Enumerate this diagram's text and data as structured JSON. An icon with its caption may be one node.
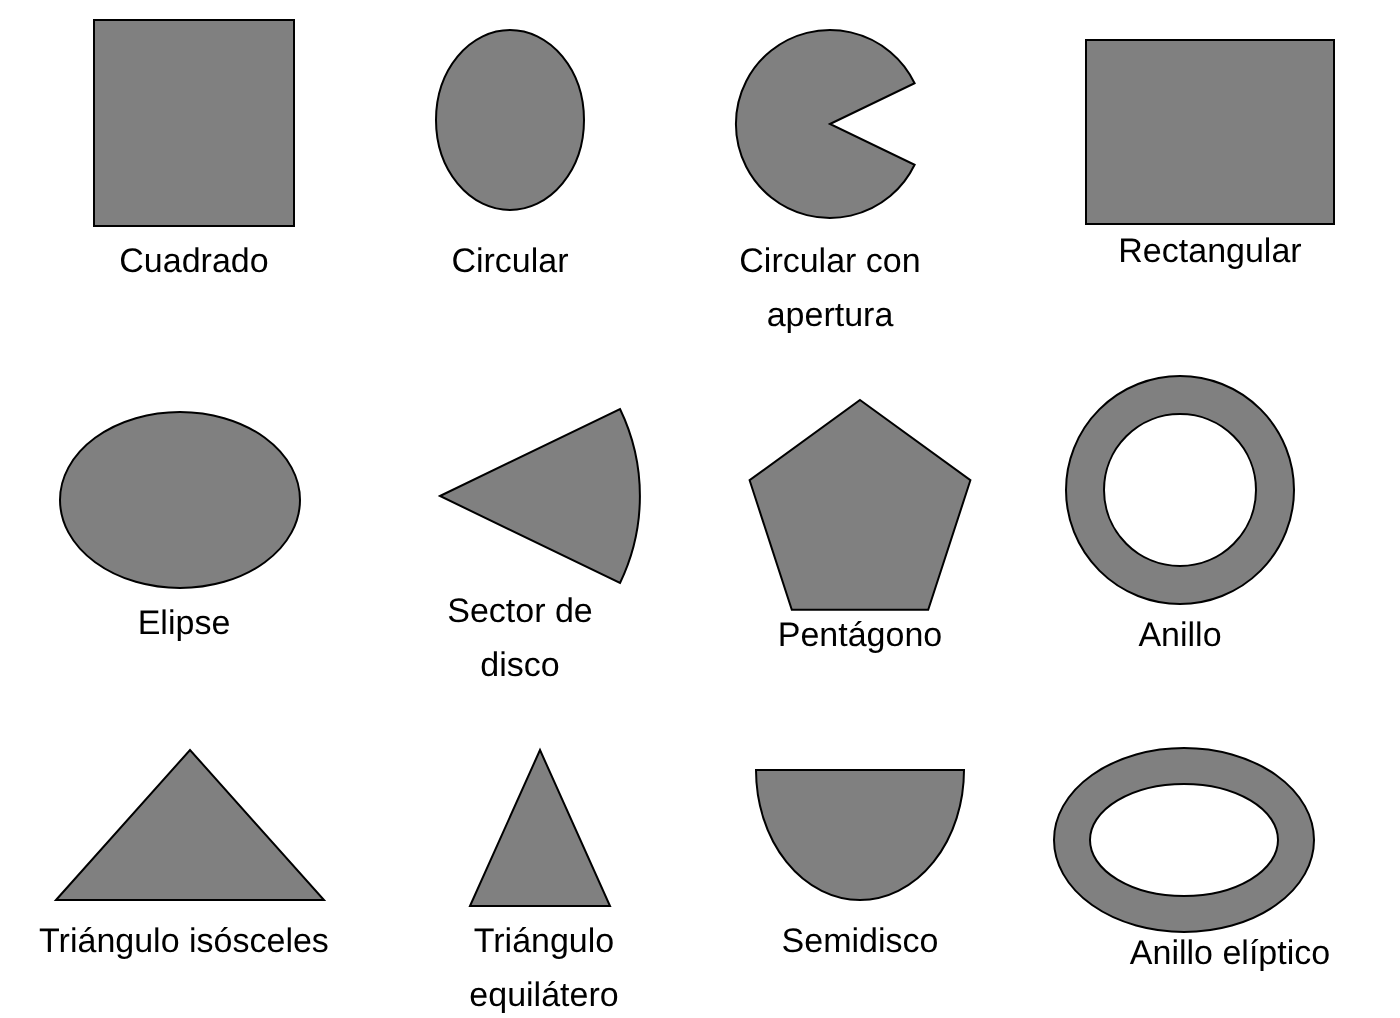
{
  "diagram": {
    "nodes": [
      {
        "text": [],
        "shape": "box",
        "beside": [
          "Cuadrado"
        ]
      },
      {
        "text": [],
        "shape": "circle",
        "beside": [
          "Circular"
        ]
      },
      {
        "text": [],
        "shape": "circle",
        "beside": [
          "Circular con apertura"
        ]
      },
      {
        "text": [],
        "shape": "box",
        "beside": [
          "Rectangular"
        ]
      },
      {
        "text": [],
        "shape": "ellipse",
        "beside": [
          "Elipse"
        ]
      },
      {
        "text": [],
        "shape": "sector",
        "beside": [
          "Sector de disco"
        ]
      },
      {
        "text": [],
        "shape": "pentagon",
        "beside": [
          "Pentágono"
        ]
      },
      {
        "text": [],
        "shape": "ring",
        "beside": [
          "Anillo"
        ]
      },
      {
        "text": [],
        "shape": "triangle",
        "beside": [
          "Triángulo isósceles"
        ]
      },
      {
        "text": [],
        "shape": "triangle",
        "beside": [
          "Triángulo equilátero"
        ]
      },
      {
        "text": [],
        "shape": "semicircle",
        "beside": [
          "Semidisco"
        ]
      },
      {
        "text": [],
        "shape": "ring",
        "beside": [
          "Anillo elíptico"
        ]
      }
    ]
  }
}
